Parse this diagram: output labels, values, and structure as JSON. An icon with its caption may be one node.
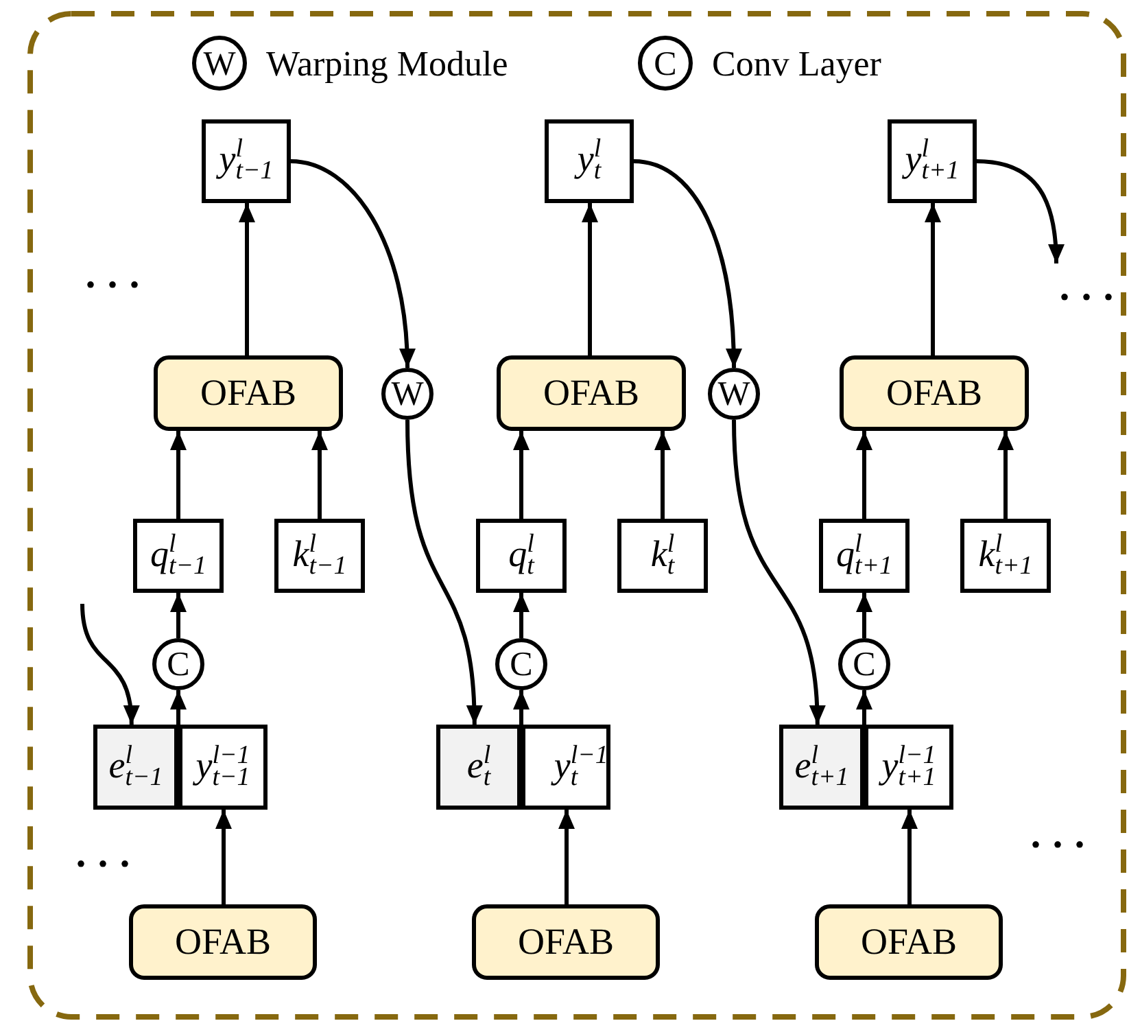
{
  "diagram": {
    "nodes": [
      {
        "text": [
          "y$^{l}$$_{t−1}$"
        ]
      },
      {
        "text": [
          "y$^{l}$$_{t}$"
        ]
      },
      {
        "text": [
          "y$^{l}$$_{t+1}$"
        ]
      },
      {
        "text": [
          "OFAB"
        ]
      },
      {
        "text": [
          "W"
        ]
      },
      {
        "text": [
          "OFAB"
        ]
      },
      {
        "text": [
          "W"
        ]
      },
      {
        "text": [
          "OFAB"
        ]
      },
      {
        "text": [
          "q$^{l}$$_{t−1}$"
        ]
      },
      {
        "text": [
          "k$^{l}$$_{t−1}$"
        ]
      },
      {
        "text": [
          "q$^{l}$$_{t}$"
        ]
      },
      {
        "text": [
          "k$^{l}$$_{t}$"
        ]
      },
      {
        "text": [
          "q$^{l}$$_{t+1}$"
        ]
      },
      {
        "text": [
          "k$^{l}$$_{t+1}$"
        ]
      },
      {
        "text": [
          "C"
        ]
      },
      {
        "text": [
          "C"
        ]
      },
      {
        "text": [
          "C"
        ]
      },
      {
        "text": [
          "e$^{l}$$_{t−1}$"
        ]
      },
      {
        "text": [
          "y$^{l−1}$$_{t−1}$"
        ]
      },
      {
        "text": [
          "e$^{l}$$_{t}$"
        ]
      },
      {
        "text": [
          "y$^{l−1}$$_{t}$"
        ]
      },
      {
        "text": [
          "e$^{l}$$_{t+1}$"
        ]
      },
      {
        "text": [
          "y$^{l−1}$$_{t+1}$"
        ]
      },
      {
        "text": [
          "OFAB"
        ]
      },
      {
        "text": [
          "OFAB"
        ]
      },
      {
        "text": [
          "OFAB"
        ]
      }
    ],
    "edges": [
      {
        "from": 3,
        "to": 0,
        "arrow": "to"
      },
      {
        "from": 8,
        "to": 3,
        "arrow": "to"
      },
      {
        "from": 9,
        "to": 3,
        "arrow": "to"
      },
      {
        "from": 14,
        "to": 8,
        "arrow": "to"
      },
      {
        "from": 17,
        "to": 14,
        "arrow": "to"
      },
      {
        "from": 18,
        "to": 14,
        "arrow": "to"
      },
      {
        "from": 23,
        "to": 18,
        "arrow": "to"
      },
      {
        "from": 5,
        "to": 1,
        "arrow": "to"
      },
      {
        "from": 10,
        "to": 5,
        "arrow": "to"
      },
      {
        "from": 11,
        "to": 5,
        "arrow": "to"
      },
      {
        "from": 15,
        "to": 10,
        "arrow": "to"
      },
      {
        "from": 19,
        "to": 15,
        "arrow": "to"
      },
      {
        "from": 20,
        "to": 15,
        "arrow": "to"
      },
      {
        "from": 24,
        "to": 20,
        "arrow": "to"
      },
      {
        "from": 7,
        "to": 2,
        "arrow": "to"
      },
      {
        "from": 12,
        "to": 7,
        "arrow": "to"
      },
      {
        "from": 13,
        "to": 7,
        "arrow": "to"
      },
      {
        "from": 16,
        "to": 12,
        "arrow": "to"
      },
      {
        "from": 21,
        "to": 16,
        "arrow": "to"
      },
      {
        "from": 22,
        "to": 16,
        "arrow": "to"
      },
      {
        "from": 25,
        "to": 22,
        "arrow": "to"
      },
      {
        "from": 0,
        "to": 4,
        "arrow": "to"
      },
      {
        "from": 4,
        "to": 19,
        "arrow": "to"
      },
      {
        "from": 1,
        "to": 6,
        "arrow": "to"
      },
      {
        "from": 6,
        "to": 21,
        "arrow": "to"
      },
      {
        "from": 2,
        "to": null,
        "arrow": "to"
      },
      {
        "from": null,
        "to": 17,
        "arrow": "to"
      }
    ],
    "labels": [
      "W",
      "C",
      "• • •",
      "• • •",
      "• • •",
      "• • •"
    ],
    "legend": [
      {
        "text": "Warping Module"
      },
      {
        "text": "Conv Layer"
      }
    ]
  }
}
